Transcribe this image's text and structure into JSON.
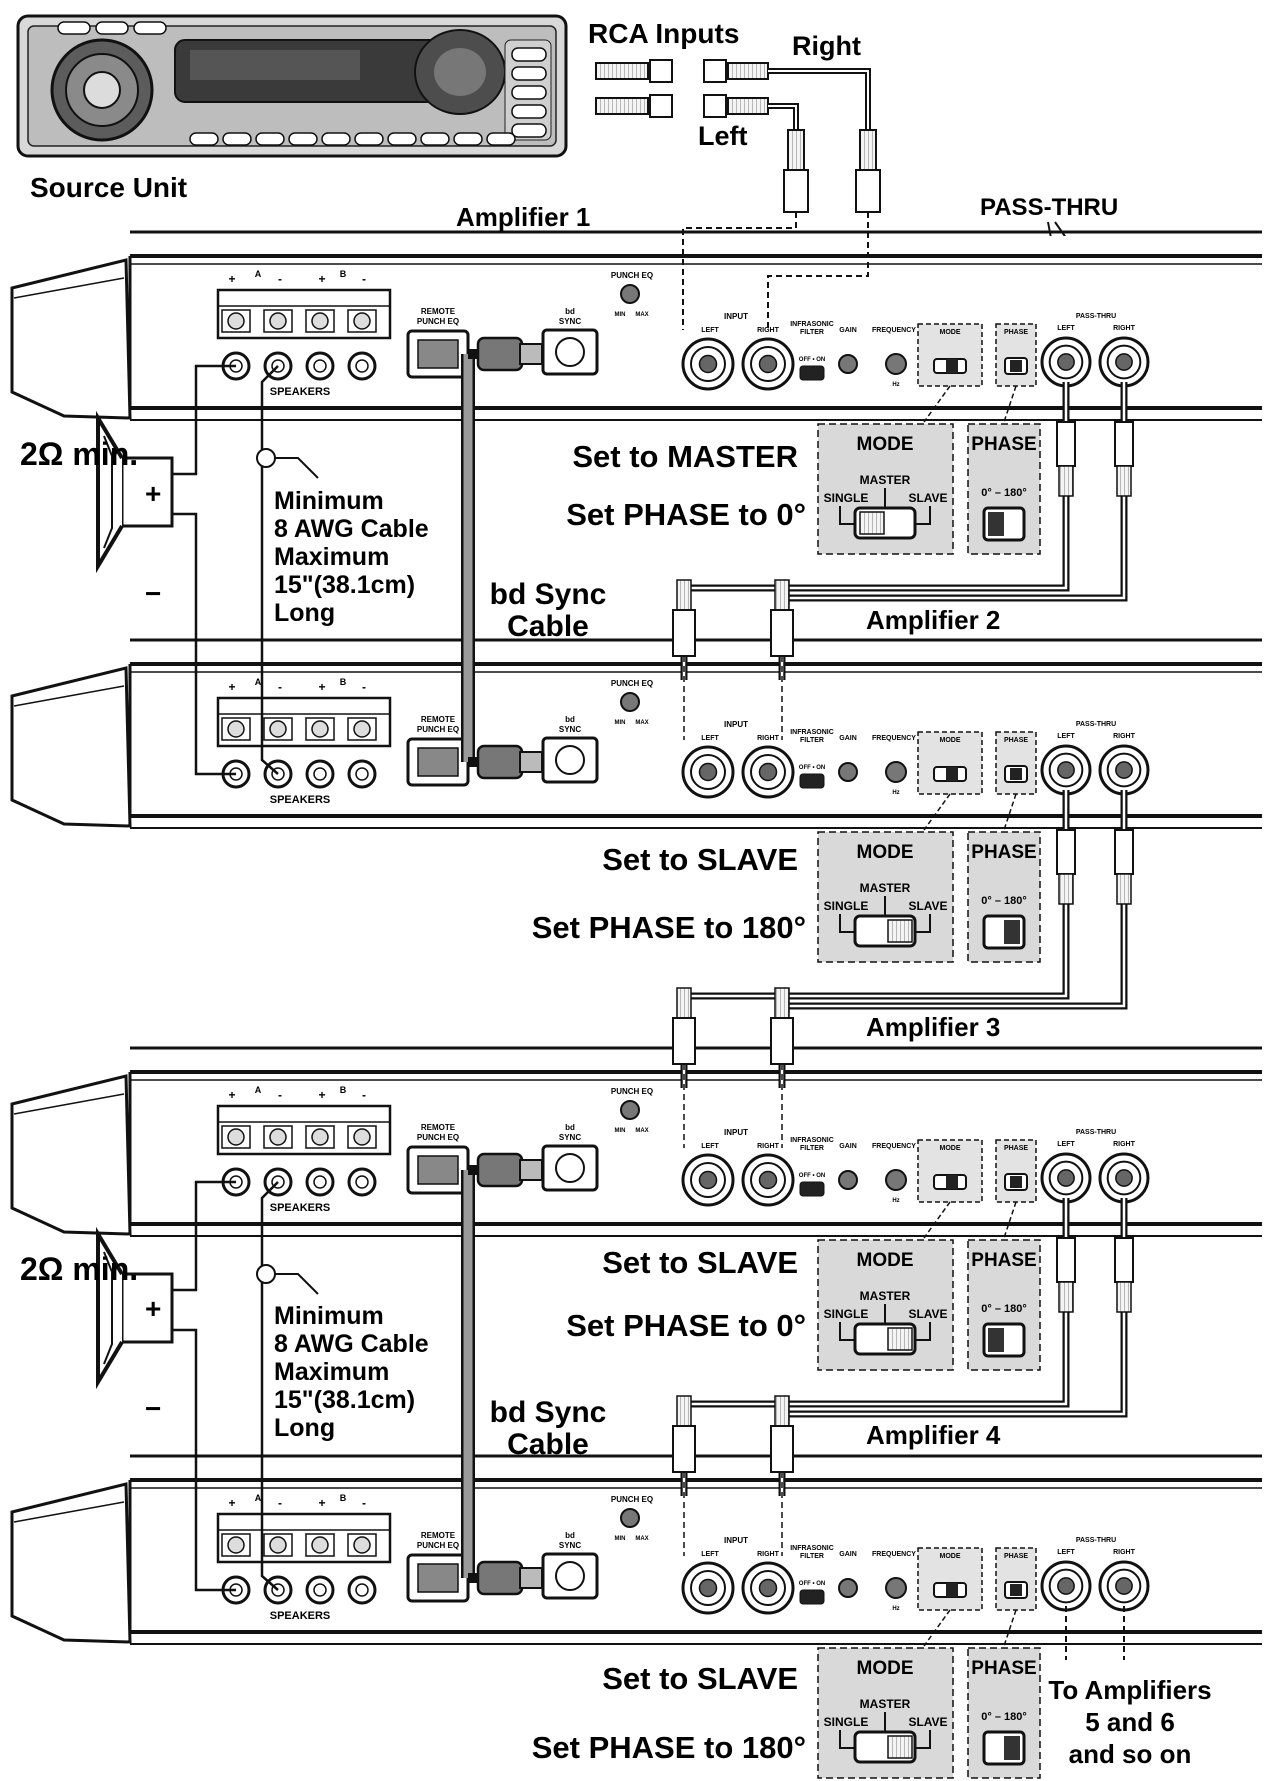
{
  "source_unit": {
    "label": "Source Unit",
    "rca_inputs_label": "RCA Inputs",
    "right_label": "Right",
    "left_label": "Left"
  },
  "pass_thru_callout": "PASS-THRU",
  "panel_labels": {
    "punch_eq": "PUNCH EQ",
    "min": "MIN",
    "max": "MAX",
    "remote_punch_eq_1": "REMOTE",
    "remote_punch_eq_2": "PUNCH EQ",
    "bd_1": "bd",
    "bd_2": "SYNC",
    "speakers": "SPEAKERS",
    "input": "INPUT",
    "left": "LEFT",
    "right": "RIGHT",
    "infrasonic_1": "INFRASONIC",
    "infrasonic_2": "FILTER",
    "off_on": "OFF • ON",
    "gain": "GAIN",
    "frequency": "FREQUENCY",
    "hz": "Hz",
    "mode": "MODE",
    "phase": "PHASE",
    "pass_thru": "PASS-THRU",
    "term_a": "A",
    "term_b": "B",
    "plus": "+",
    "minus": "-"
  },
  "settings_box": {
    "mode_title": "MODE",
    "master": "MASTER",
    "single": "SINGLE",
    "slave": "SLAVE",
    "phase_title": "PHASE",
    "phase_range": "0° – 180°"
  },
  "amplifiers": [
    {
      "name": "Amplifier 1",
      "instruction_mode": "Set to MASTER",
      "instruction_phase": "Set PHASE to 0°"
    },
    {
      "name": "Amplifier 2",
      "instruction_mode": "Set to SLAVE",
      "instruction_phase": "Set PHASE to 180°"
    },
    {
      "name": "Amplifier 3",
      "instruction_mode": "Set to SLAVE",
      "instruction_phase": "Set PHASE to 0°"
    },
    {
      "name": "Amplifier 4",
      "instruction_mode": "Set to SLAVE",
      "instruction_phase": "Set PHASE to 180°"
    }
  ],
  "speaker_groups": [
    {
      "impedance": "2Ω min.",
      "plus": "+",
      "minus": "−",
      "cable_lines": [
        "Minimum",
        "8 AWG Cable",
        "Maximum",
        "15\"(38.1cm)",
        "Long"
      ],
      "sync_lines": [
        "bd Sync",
        "Cable"
      ]
    },
    {
      "impedance": "2Ω min.",
      "plus": "+",
      "minus": "−",
      "cable_lines": [
        "Minimum",
        "8 AWG Cable",
        "Maximum",
        "15\"(38.1cm)",
        "Long"
      ],
      "sync_lines": [
        "bd Sync",
        "Cable"
      ]
    }
  ],
  "to_amplifiers_lines": [
    "To Amplifiers",
    "5 and 6",
    "and so on"
  ]
}
